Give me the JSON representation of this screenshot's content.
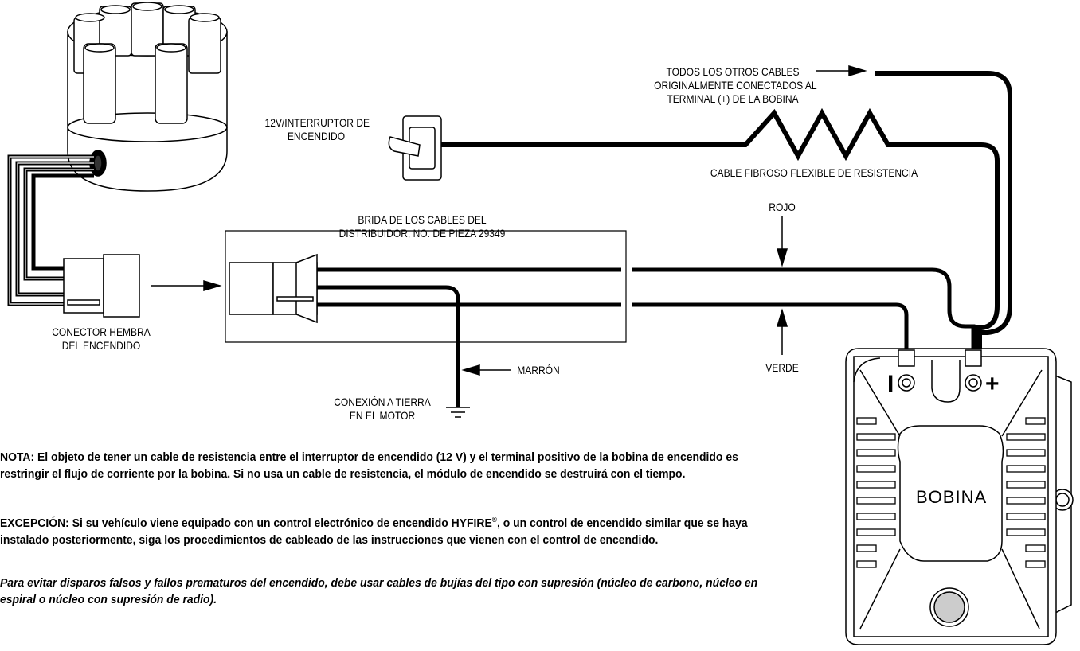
{
  "labels": {
    "other_wires": [
      "TODOS LOS OTROS CABLES",
      "ORIGINALMENTE CONECTADOS AL",
      "TERMINAL (+) DE LA BOBINA"
    ],
    "ignition_switch": [
      "12V/INTERRUPTOR DE",
      "ENCENDIDO"
    ],
    "resistance_wire": "CABLE FIBROSO FLEXIBLE DE RESISTENCIA",
    "harness": [
      "BRIDA DE LOS CABLES DEL",
      "DISTRIBUIDOR, NO. DE PIEZA 29349"
    ],
    "red": "ROJO",
    "green": "VERDE",
    "female_connector": [
      "CONECTOR HEMBRA",
      "DEL ENCENDIDO"
    ],
    "brown": "MARRÓN",
    "ground": [
      "CONEXIÓN A TIERRA",
      "EN EL MOTOR"
    ],
    "coil": "BOBINA",
    "coil_minus": "I",
    "coil_plus": "+"
  },
  "notes": {
    "nota": "NOTA: El objeto de tener un cable de resistencia entre el interruptor de encendido (12 V) y el terminal positivo de la bobina de encendido es restringir el flujo de corriente por la bobina. Si no usa un cable de resistencia, el módulo de encendido se destruirá con el tiempo.",
    "excepcion_pre": "EXCEPCIÓN: Si su vehículo viene equipado con un control electrónico de encendido HYFIRE",
    "excepcion_reg": "®",
    "excepcion_post": ", o un control de encendido similar que se haya instalado posteriormente, siga los procedimientos de cableado de las instrucciones que vienen con el control de encendido.",
    "advertencia": "Para evitar disparos falsos y fallos prematuros del encendido, debe usar cables de bujías del tipo con supresión (núcleo de carbono, núcleo en espiral o núcleo con supresión de radio)."
  }
}
